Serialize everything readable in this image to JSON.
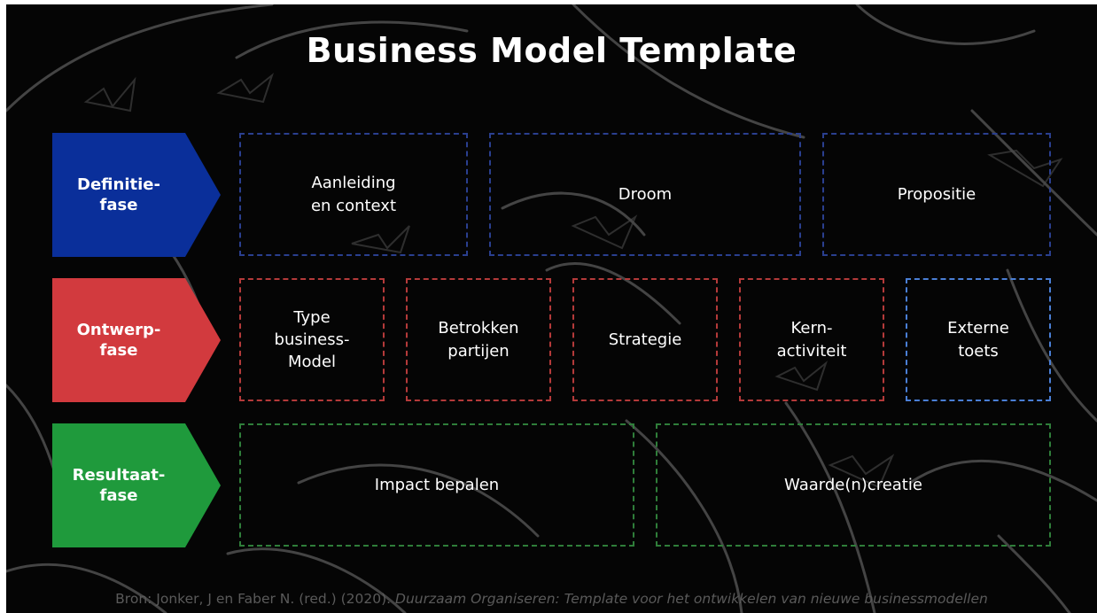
{
  "title": "Business Model Template",
  "colors": {
    "definitie": "#0a2f9a",
    "ontwerp": "#d23a3e",
    "resultaat": "#1f9a3c",
    "border_blue": "#2a3f8f",
    "border_red": "#b43a3a",
    "border_light_blue": "#4a7fd6",
    "border_green": "#2f7e3a"
  },
  "phases": [
    {
      "label": "Definitie-\nfase"
    },
    {
      "label": "Ontwerp-\nfase"
    },
    {
      "label": "Resultaat-\nfase"
    }
  ],
  "definitie_boxes": [
    "Aanleiding\nen context",
    "Droom",
    "Propositie"
  ],
  "ontwerp_boxes": [
    "Type\nbusiness-\nModel",
    "Betrokken\npartijen",
    "Strategie",
    "Kern-\nactiviteit",
    "Externe\ntoets"
  ],
  "resultaat_boxes": [
    "Impact bepalen",
    "Waarde(n)creatie"
  ],
  "source": {
    "prefix": "Bron: Jonker, J en Faber N. (red.) (2020). ",
    "italic": "Duurzaam Organiseren: Template voor het ontwikkelen van nieuwe businessmodellen"
  }
}
